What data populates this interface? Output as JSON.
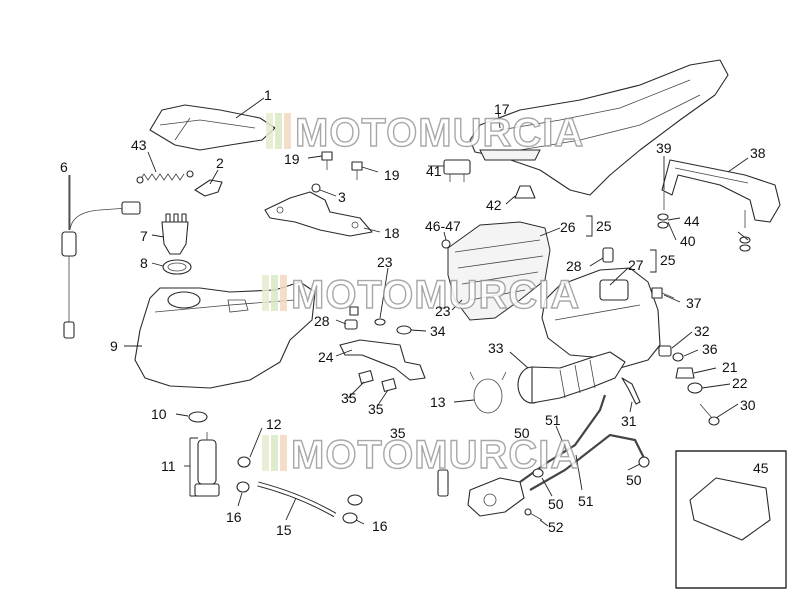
{
  "watermark": {
    "text": "MOTOMURCIA"
  },
  "callouts": {
    "c1": "1",
    "c2": "2",
    "c3": "3",
    "c6": "6",
    "c7": "7",
    "c8": "8",
    "c9": "9",
    "c10": "10",
    "c11": "11",
    "c12": "12",
    "c13": "13",
    "c15": "15",
    "c16a": "16",
    "c16b": "16",
    "c17": "17",
    "c18": "18",
    "c19a": "19",
    "c19b": "19",
    "c21": "21",
    "c22": "22",
    "c23a": "23",
    "c23b": "23",
    "c24": "24",
    "c25a": "25",
    "c25b": "25",
    "c26": "26",
    "c27": "27",
    "c28a": "28",
    "c28b": "28",
    "c30": "30",
    "c31": "31",
    "c32": "32",
    "c33": "33",
    "c34": "34",
    "c35a": "35",
    "c35b": "35",
    "c35c": "35",
    "c36": "36",
    "c37": "37",
    "c38": "38",
    "c39": "39",
    "c40": "40",
    "c41": "41",
    "c42": "42",
    "c43": "43",
    "c44": "44",
    "c45": "45",
    "c4647": "46-47",
    "c50a": "50",
    "c50b": "50",
    "c50c": "50",
    "c51a": "51",
    "c51b": "51",
    "c52": "52"
  },
  "colors": {
    "line": "#2a2a2a",
    "watermark_outline": "#9a9a9a"
  }
}
